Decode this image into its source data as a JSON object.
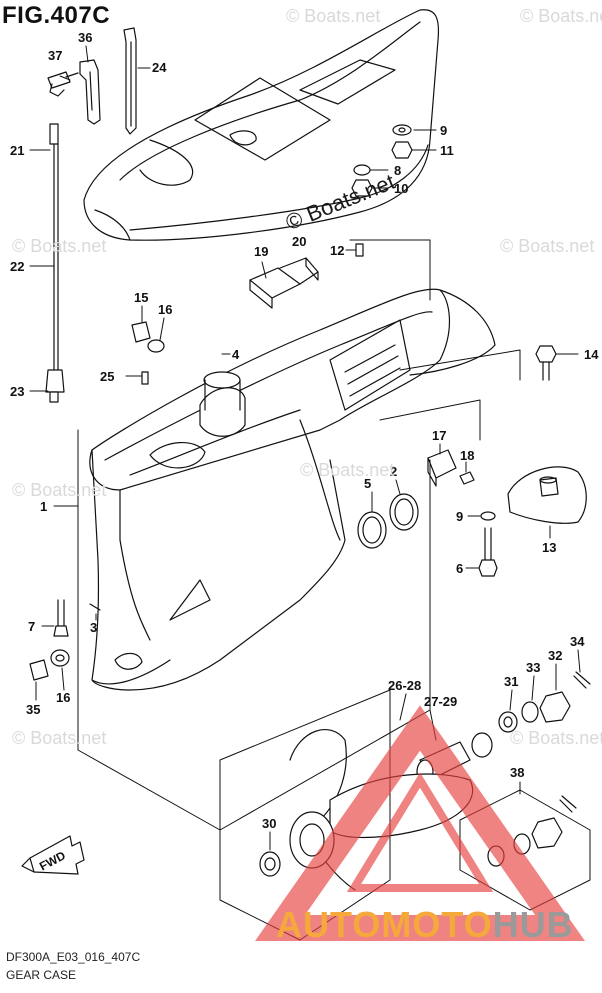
{
  "figure": {
    "title": "FIG.407C",
    "code": "DF300A_E03_016_407C",
    "name": "GEAR CASE",
    "fwd_label": "FWD"
  },
  "watermark": {
    "main": "© Boats.net",
    "faint": "© Boats.net"
  },
  "brand": {
    "part1": "AUTOMOTO",
    "part2": "HUB",
    "color_primary": "#f4a93a",
    "color_secondary": "#9a9a9a",
    "logo_color": "#e8423f"
  },
  "callouts": [
    {
      "id": "37",
      "label": "37"
    },
    {
      "id": "36",
      "label": "36"
    },
    {
      "id": "24",
      "label": "24"
    },
    {
      "id": "21",
      "label": "21"
    },
    {
      "id": "22",
      "label": "22"
    },
    {
      "id": "23",
      "label": "23"
    },
    {
      "id": "9a",
      "label": "9"
    },
    {
      "id": "11",
      "label": "11"
    },
    {
      "id": "8",
      "label": "8"
    },
    {
      "id": "10",
      "label": "10"
    },
    {
      "id": "19",
      "label": "19"
    },
    {
      "id": "20",
      "label": "20"
    },
    {
      "id": "12",
      "label": "12"
    },
    {
      "id": "15",
      "label": "15"
    },
    {
      "id": "16a",
      "label": "16"
    },
    {
      "id": "4",
      "label": "4"
    },
    {
      "id": "25",
      "label": "25"
    },
    {
      "id": "14",
      "label": "14"
    },
    {
      "id": "17",
      "label": "17"
    },
    {
      "id": "18",
      "label": "18"
    },
    {
      "id": "5",
      "label": "5"
    },
    {
      "id": "2",
      "label": "2"
    },
    {
      "id": "1",
      "label": "1"
    },
    {
      "id": "9b",
      "label": "9"
    },
    {
      "id": "13",
      "label": "13"
    },
    {
      "id": "6",
      "label": "6"
    },
    {
      "id": "7",
      "label": "7"
    },
    {
      "id": "3",
      "label": "3"
    },
    {
      "id": "34",
      "label": "34"
    },
    {
      "id": "33",
      "label": "33"
    },
    {
      "id": "32",
      "label": "32"
    },
    {
      "id": "31",
      "label": "31"
    },
    {
      "id": "26-28",
      "label": "26-28"
    },
    {
      "id": "27-29",
      "label": "27-29"
    },
    {
      "id": "16b",
      "label": "16"
    },
    {
      "id": "35",
      "label": "35"
    },
    {
      "id": "38",
      "label": "38"
    },
    {
      "id": "30",
      "label": "30"
    }
  ]
}
